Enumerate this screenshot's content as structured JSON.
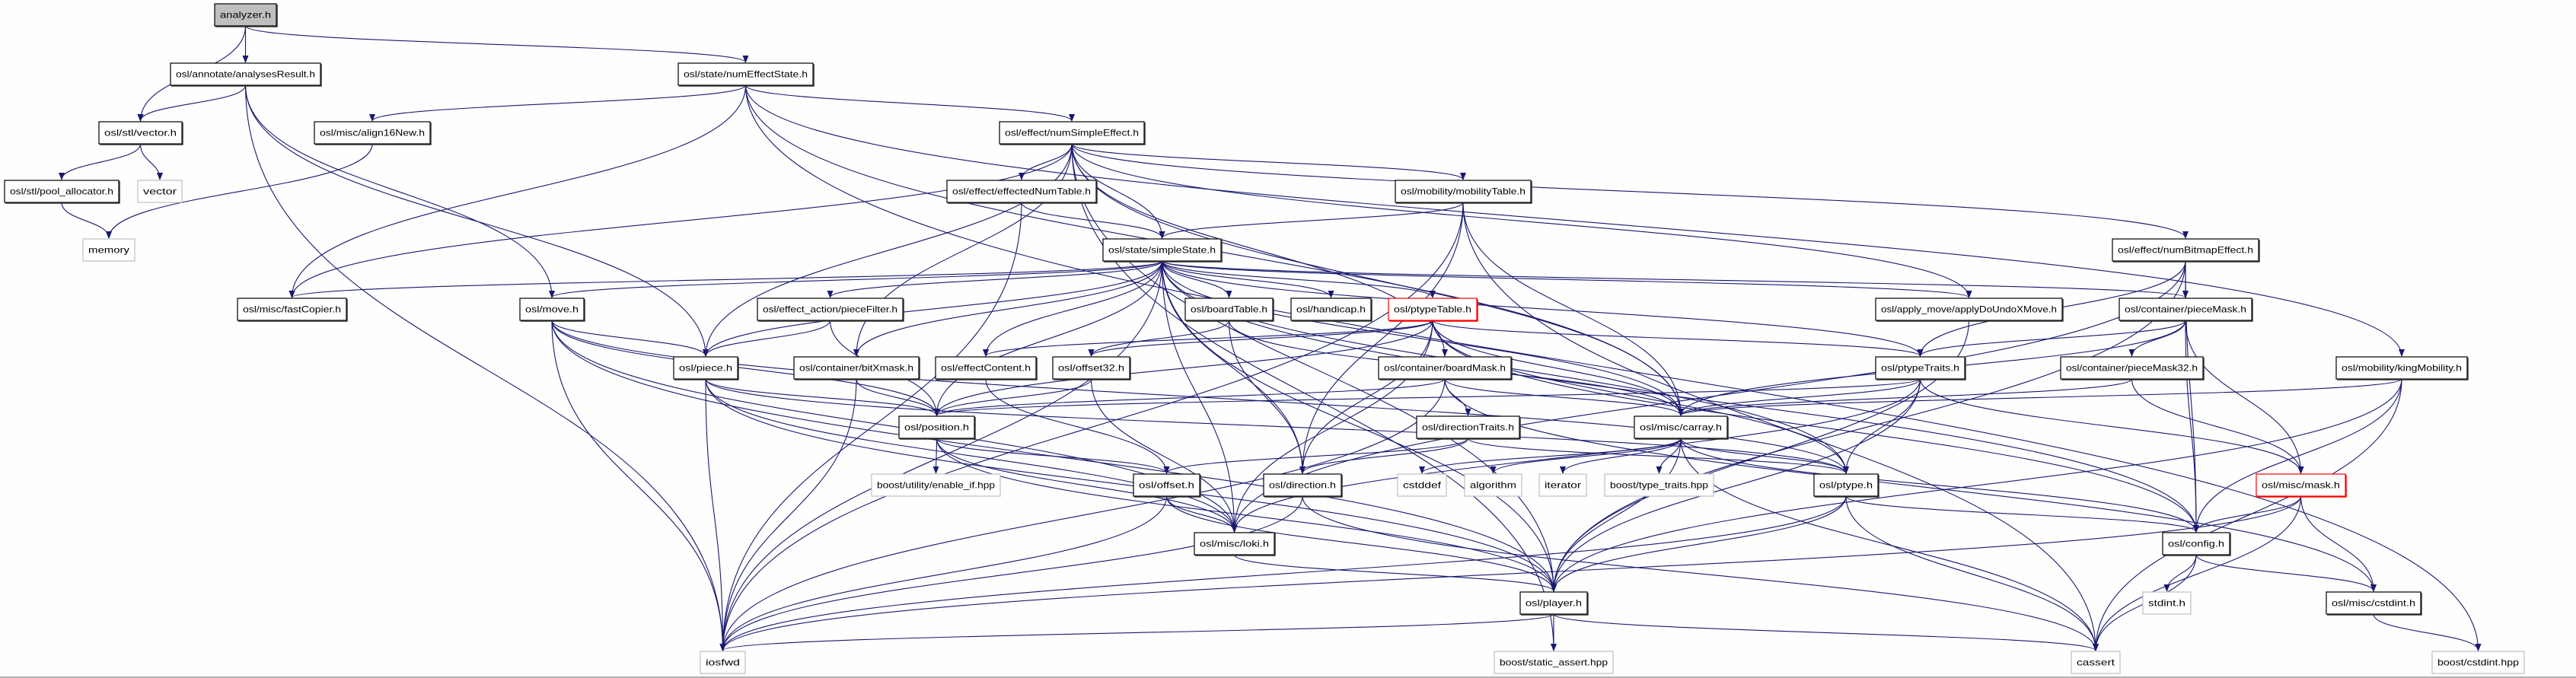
{
  "colors": {
    "edge": "#191970",
    "root_fill": "#bfbfbf",
    "border": "#000000",
    "external_border": "#bfbfbf",
    "truncated_border": "#ff0000"
  },
  "nodes": [
    {
      "id": "analyzer",
      "label": "analyzer.h",
      "kind": "root"
    },
    {
      "id": "analysesResult",
      "label": "osl/annotate/analysesResult.h",
      "kind": "normal"
    },
    {
      "id": "numEffectState",
      "label": "osl/state/numEffectState.h",
      "kind": "normal"
    },
    {
      "id": "vectorh",
      "label": "osl/stl/vector.h",
      "kind": "normal"
    },
    {
      "id": "align16New",
      "label": "osl/misc/align16New.h",
      "kind": "normal"
    },
    {
      "id": "numSimpleEffect",
      "label": "osl/effect/numSimpleEffect.h",
      "kind": "normal"
    },
    {
      "id": "pool",
      "label": "osl/stl/pool_allocator.h",
      "kind": "normal"
    },
    {
      "id": "vector",
      "label": "vector",
      "kind": "external"
    },
    {
      "id": "effectedNumTable",
      "label": "osl/effect/effectedNumTable.h",
      "kind": "normal"
    },
    {
      "id": "mobilityTable",
      "label": "osl/mobility/mobilityTable.h",
      "kind": "normal"
    },
    {
      "id": "memory",
      "label": "memory",
      "kind": "external"
    },
    {
      "id": "simpleState",
      "label": "osl/state/simpleState.h",
      "kind": "normal"
    },
    {
      "id": "numBitmapEffect",
      "label": "osl/effect/numBitmapEffect.h",
      "kind": "normal"
    },
    {
      "id": "fastCopier",
      "label": "osl/misc/fastCopier.h",
      "kind": "normal"
    },
    {
      "id": "move",
      "label": "osl/move.h",
      "kind": "normal"
    },
    {
      "id": "pieceFilter",
      "label": "osl/effect_action/pieceFilter.h",
      "kind": "normal"
    },
    {
      "id": "boardTable",
      "label": "osl/boardTable.h",
      "kind": "normal"
    },
    {
      "id": "handicap",
      "label": "osl/handicap.h",
      "kind": "normal"
    },
    {
      "id": "ptypeTable",
      "label": "osl/ptypeTable.h",
      "kind": "truncated"
    },
    {
      "id": "applyDoUndo",
      "label": "osl/apply_move/applyDoUndoXMove.h",
      "kind": "normal"
    },
    {
      "id": "pieceMask",
      "label": "osl/container/pieceMask.h",
      "kind": "normal"
    },
    {
      "id": "piece",
      "label": "osl/piece.h",
      "kind": "normal"
    },
    {
      "id": "bitXmask",
      "label": "osl/container/bitXmask.h",
      "kind": "normal"
    },
    {
      "id": "effectContent",
      "label": "osl/effectContent.h",
      "kind": "normal"
    },
    {
      "id": "offset32",
      "label": "osl/offset32.h",
      "kind": "normal"
    },
    {
      "id": "boardMask",
      "label": "osl/container/boardMask.h",
      "kind": "normal"
    },
    {
      "id": "ptypeTraits",
      "label": "osl/ptypeTraits.h",
      "kind": "normal"
    },
    {
      "id": "pieceMask32",
      "label": "osl/container/pieceMask32.h",
      "kind": "normal"
    },
    {
      "id": "kingMobility",
      "label": "osl/mobility/kingMobility.h",
      "kind": "normal"
    },
    {
      "id": "position",
      "label": "osl/position.h",
      "kind": "normal"
    },
    {
      "id": "directionTraits",
      "label": "osl/directionTraits.h",
      "kind": "normal"
    },
    {
      "id": "carray",
      "label": "osl/misc/carray.h",
      "kind": "normal"
    },
    {
      "id": "enable_if",
      "label": "boost/utility/enable_if.hpp",
      "kind": "external"
    },
    {
      "id": "offset",
      "label": "osl/offset.h",
      "kind": "normal"
    },
    {
      "id": "direction",
      "label": "osl/direction.h",
      "kind": "normal"
    },
    {
      "id": "cstddef",
      "label": "cstddef",
      "kind": "external"
    },
    {
      "id": "algorithm",
      "label": "algorithm",
      "kind": "external"
    },
    {
      "id": "iterator",
      "label": "iterator",
      "kind": "external"
    },
    {
      "id": "type_traits",
      "label": "boost/type_traits.hpp",
      "kind": "external"
    },
    {
      "id": "ptype",
      "label": "osl/ptype.h",
      "kind": "normal"
    },
    {
      "id": "mask",
      "label": "osl/misc/mask.h",
      "kind": "truncated"
    },
    {
      "id": "loki",
      "label": "osl/misc/loki.h",
      "kind": "normal"
    },
    {
      "id": "config",
      "label": "osl/config.h",
      "kind": "normal"
    },
    {
      "id": "player",
      "label": "osl/player.h",
      "kind": "normal"
    },
    {
      "id": "stdint",
      "label": "stdint.h",
      "kind": "external"
    },
    {
      "id": "cstdint",
      "label": "osl/misc/cstdint.h",
      "kind": "normal"
    },
    {
      "id": "iosfwd",
      "label": "iosfwd",
      "kind": "external"
    },
    {
      "id": "static_assert",
      "label": "boost/static_assert.hpp",
      "kind": "external"
    },
    {
      "id": "cassert",
      "label": "cassert",
      "kind": "external"
    },
    {
      "id": "boost_cstdint",
      "label": "boost/cstdint.hpp",
      "kind": "external"
    }
  ],
  "edges": [
    [
      "analyzer",
      "vectorh"
    ],
    [
      "analyzer",
      "analysesResult"
    ],
    [
      "analyzer",
      "numEffectState"
    ],
    [
      "analysesResult",
      "vectorh"
    ],
    [
      "analysesResult",
      "iosfwd"
    ],
    [
      "analysesResult",
      "move"
    ],
    [
      "analysesResult",
      "piece"
    ],
    [
      "vectorh",
      "pool"
    ],
    [
      "vectorh",
      "vector"
    ],
    [
      "pool",
      "memory"
    ],
    [
      "align16New",
      "memory"
    ],
    [
      "numEffectState",
      "align16New"
    ],
    [
      "numEffectState",
      "fastCopier"
    ],
    [
      "numEffectState",
      "numSimpleEffect"
    ],
    [
      "numEffectState",
      "kingMobility"
    ],
    [
      "numEffectState",
      "boost_cstdint"
    ],
    [
      "numEffectState",
      "carray"
    ],
    [
      "numSimpleEffect",
      "effectedNumTable"
    ],
    [
      "numSimpleEffect",
      "simpleState"
    ],
    [
      "numSimpleEffect",
      "mobilityTable"
    ],
    [
      "numSimpleEffect",
      "numBitmapEffect"
    ],
    [
      "numSimpleEffect",
      "applyDoUndo"
    ],
    [
      "numSimpleEffect",
      "carray"
    ],
    [
      "numSimpleEffect",
      "boardMask"
    ],
    [
      "numSimpleEffect",
      "bitXmask"
    ],
    [
      "numSimpleEffect",
      "piece"
    ],
    [
      "numSimpleEffect",
      "fastCopier"
    ],
    [
      "numSimpleEffect",
      "player"
    ],
    [
      "numSimpleEffect",
      "static_assert"
    ],
    [
      "effectedNumTable",
      "simpleState"
    ],
    [
      "effectedNumTable",
      "iosfwd"
    ],
    [
      "mobilityTable",
      "simpleState"
    ],
    [
      "mobilityTable",
      "carray"
    ],
    [
      "mobilityTable",
      "direction"
    ],
    [
      "mobilityTable",
      "cassert"
    ],
    [
      "mobilityTable",
      "iosfwd"
    ],
    [
      "simpleState",
      "fastCopier"
    ],
    [
      "simpleState",
      "move"
    ],
    [
      "simpleState",
      "pieceFilter"
    ],
    [
      "simpleState",
      "bitXmask"
    ],
    [
      "simpleState",
      "boardTable"
    ],
    [
      "simpleState",
      "handicap"
    ],
    [
      "simpleState",
      "ptypeTable"
    ],
    [
      "simpleState",
      "effectContent"
    ],
    [
      "simpleState",
      "pieceMask"
    ],
    [
      "simpleState",
      "applyDoUndo"
    ],
    [
      "simpleState",
      "ptypeTraits"
    ],
    [
      "simpleState",
      "carray"
    ],
    [
      "simpleState",
      "piece"
    ],
    [
      "simpleState",
      "position"
    ],
    [
      "simpleState",
      "direction"
    ],
    [
      "simpleState",
      "player"
    ],
    [
      "simpleState",
      "iosfwd"
    ],
    [
      "simpleState",
      "loki"
    ],
    [
      "simpleState",
      "ptype"
    ],
    [
      "simpleState",
      "config"
    ],
    [
      "move",
      "piece"
    ],
    [
      "move",
      "position"
    ],
    [
      "move",
      "iosfwd"
    ],
    [
      "move",
      "player"
    ],
    [
      "move",
      "ptype"
    ],
    [
      "move",
      "loki"
    ],
    [
      "pieceFilter",
      "piece"
    ],
    [
      "pieceFilter",
      "position"
    ],
    [
      "piece",
      "position"
    ],
    [
      "piece",
      "ptype"
    ],
    [
      "piece",
      "player"
    ],
    [
      "piece",
      "iosfwd"
    ],
    [
      "piece",
      "loki"
    ],
    [
      "bitXmask",
      "position"
    ],
    [
      "bitXmask",
      "iosfwd"
    ],
    [
      "effectContent",
      "offset"
    ],
    [
      "offset32",
      "position"
    ],
    [
      "offset32",
      "loki"
    ],
    [
      "boardTable",
      "offset32"
    ],
    [
      "boardTable",
      "direction"
    ],
    [
      "boardTable",
      "carray"
    ],
    [
      "ptypeTable",
      "effectContent"
    ],
    [
      "ptypeTable",
      "offset32"
    ],
    [
      "ptypeTable",
      "ptypeTraits"
    ],
    [
      "ptypeTable",
      "carray"
    ],
    [
      "ptypeTable",
      "direction"
    ],
    [
      "ptypeTable",
      "ptype"
    ],
    [
      "ptypeTable",
      "config"
    ],
    [
      "ptypeTable",
      "position"
    ],
    [
      "ptypeTable",
      "loki"
    ],
    [
      "boardMask",
      "directionTraits"
    ],
    [
      "boardMask",
      "carray"
    ],
    [
      "boardMask",
      "position"
    ],
    [
      "boardMask",
      "iosfwd"
    ],
    [
      "boardMask",
      "cstdint"
    ],
    [
      "directionTraits",
      "offset"
    ],
    [
      "directionTraits",
      "direction"
    ],
    [
      "directionTraits",
      "ptype"
    ],
    [
      "carray",
      "cstddef"
    ],
    [
      "carray",
      "algorithm"
    ],
    [
      "carray",
      "iterator"
    ],
    [
      "carray",
      "type_traits"
    ],
    [
      "carray",
      "ptype"
    ],
    [
      "carray",
      "config"
    ],
    [
      "carray",
      "cassert"
    ],
    [
      "carray",
      "player"
    ],
    [
      "position",
      "enable_if"
    ],
    [
      "position",
      "offset"
    ],
    [
      "position",
      "loki"
    ],
    [
      "position",
      "player"
    ],
    [
      "offset",
      "loki"
    ],
    [
      "offset",
      "player"
    ],
    [
      "offset",
      "iosfwd"
    ],
    [
      "direction",
      "iosfwd"
    ],
    [
      "direction",
      "cassert"
    ],
    [
      "loki",
      "player"
    ],
    [
      "ptype",
      "config"
    ],
    [
      "ptype",
      "player"
    ],
    [
      "ptype",
      "iosfwd"
    ],
    [
      "ptype",
      "cassert"
    ],
    [
      "player",
      "iosfwd"
    ],
    [
      "player",
      "static_assert"
    ],
    [
      "player",
      "cassert"
    ],
    [
      "config",
      "stdint"
    ],
    [
      "config",
      "cstdint"
    ],
    [
      "config",
      "cassert"
    ],
    [
      "mask",
      "config"
    ],
    [
      "mask",
      "cstdint"
    ],
    [
      "mask",
      "cassert"
    ],
    [
      "mask",
      "iosfwd"
    ],
    [
      "cstdint",
      "boost_cstdint"
    ],
    [
      "pieceMask",
      "pieceMask32"
    ],
    [
      "pieceMask",
      "ptypeTraits"
    ],
    [
      "pieceMask",
      "mask"
    ],
    [
      "pieceMask",
      "config"
    ],
    [
      "pieceMask",
      "carray"
    ],
    [
      "pieceMask32",
      "mask"
    ],
    [
      "pieceMask32",
      "carray"
    ],
    [
      "ptypeTraits",
      "carray"
    ],
    [
      "ptypeTraits",
      "ptype"
    ],
    [
      "ptypeTraits",
      "position"
    ],
    [
      "ptypeTraits",
      "player"
    ],
    [
      "ptypeTraits",
      "loki"
    ],
    [
      "ptypeTraits",
      "mask"
    ],
    [
      "numBitmapEffect",
      "pieceMask"
    ],
    [
      "numBitmapEffect",
      "ptypeTraits"
    ],
    [
      "numBitmapEffect",
      "config"
    ],
    [
      "numBitmapEffect",
      "player"
    ],
    [
      "numBitmapEffect",
      "loki"
    ],
    [
      "applyDoUndo",
      "player"
    ],
    [
      "kingMobility",
      "carray"
    ],
    [
      "kingMobility",
      "config"
    ],
    [
      "kingMobility",
      "player"
    ],
    [
      "kingMobility",
      "cassert"
    ]
  ]
}
